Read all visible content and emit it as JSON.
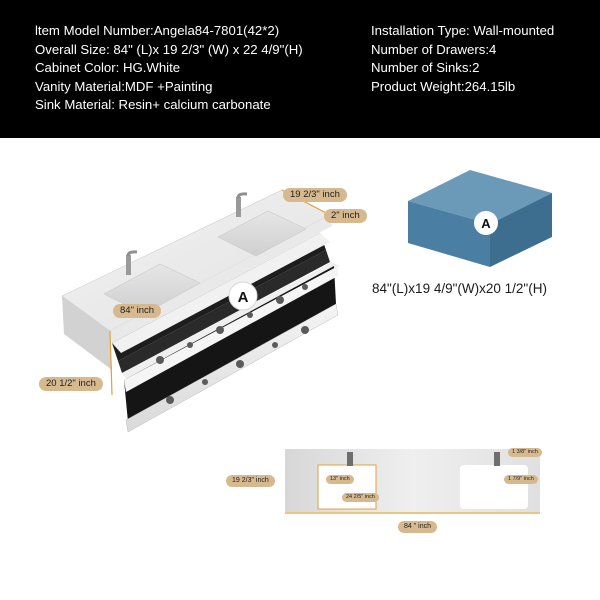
{
  "specs": {
    "left": [
      "ltem Model Number:Angela84-7801(42*2)",
      "Overall Size: 84\" (L)x 19 2/3\" (W) x 22 4/9\"(H)",
      "Cabinet Color: HG.White",
      "Vanity Material:MDF +Painting",
      "Sink Material: Resin+ calcium carbonate"
    ],
    "right": [
      "Installation Type: Wall-mounted",
      "Number of Drawers:4",
      "Number of Sinks:2",
      "Product Weight:264.15lb"
    ]
  },
  "vanity": {
    "marker": "A",
    "labels": {
      "depth": "19 2/3\" inch",
      "edge": "2\" inch",
      "length": "84\" inch",
      "height": "20 1/2\" inch"
    }
  },
  "cabinet": {
    "marker": "A",
    "dimensions": "84\"(L)x19 4/9\"(W)x20 1/2\"(H)",
    "color": "#4a7ea3"
  },
  "topview": {
    "labels": {
      "depth": "19 2/3\" inch",
      "basin_width": "13\" inch",
      "basin_length": "24 2/5\" inch",
      "length": "84 \" inch",
      "faucet_offset": "1 3/8\" inch",
      "top_edge": "1 7/9\" inch"
    }
  },
  "colors": {
    "accent": "#d6b98f",
    "header": "#000000"
  }
}
